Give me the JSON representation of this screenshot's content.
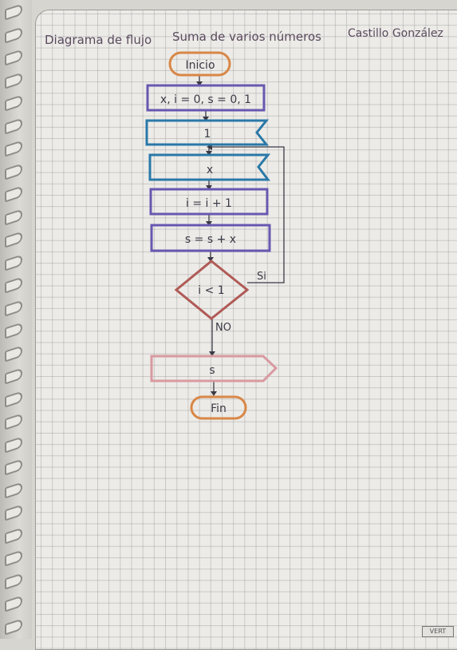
{
  "header": {
    "title": "Diagrama de flujo",
    "subtitle": "Suma de varios números",
    "author": "Castillo González"
  },
  "flowchart": {
    "start": "Inicio",
    "init": "x, i = 0, s = 0, 1",
    "input_1": "1",
    "input_2": "x",
    "increment": "i = i + 1",
    "accumulate": "s = s + x",
    "decision": "i < 1",
    "yes_label": "Si",
    "no_label": "NO",
    "output": "s",
    "end": "Fin"
  },
  "colors": {
    "terminal": "#d88747",
    "process": "#6858b0",
    "input": "#2a78a8",
    "decision": "#b05a56",
    "output": "#d89aa0",
    "ink": "#3a3a46"
  },
  "stamp": "VERT"
}
